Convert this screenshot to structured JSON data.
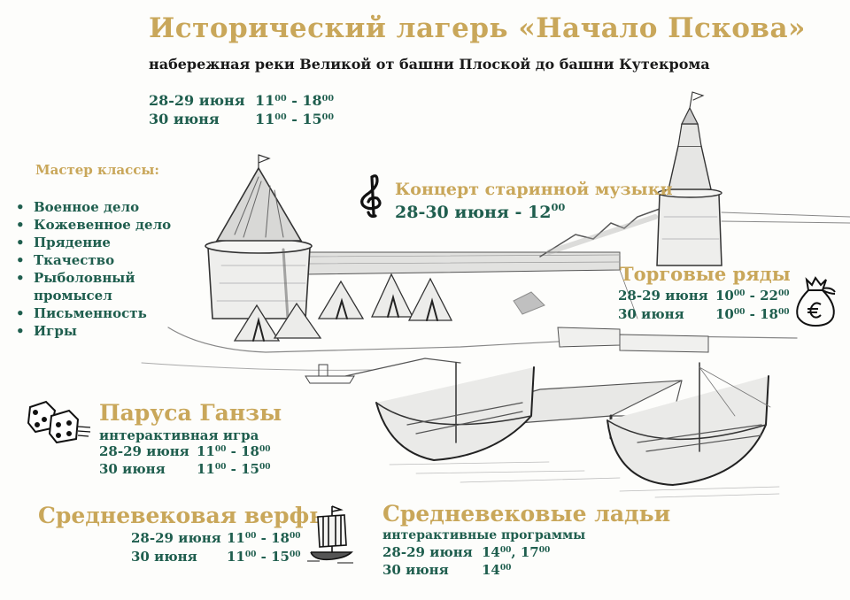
{
  "header": {
    "title": "Исторический лагерь «Начало Пскова»",
    "subtitle": "набережная реки Великой от башни Плоской до башни Кутекрома"
  },
  "main_schedule": [
    {
      "date": "28-29 июня",
      "start": "11",
      "start_min": "00",
      "end": "18",
      "end_min": "00"
    },
    {
      "date": "30 июня",
      "start": "11",
      "start_min": "00",
      "end": "15",
      "end_min": "00"
    }
  ],
  "master_classes": {
    "title": "Мастер классы:",
    "items": [
      "Военное дело",
      "Кожевенное дело",
      "Прядение",
      "Ткачество",
      "Рыболовный промысел",
      "Письменность",
      "Игры"
    ],
    "bullet": "•"
  },
  "concert": {
    "icon": "treble-clef-icon",
    "glyph": "𝄞",
    "title": "Концерт старинной музыки",
    "date": "28-30 июня -",
    "time": "12",
    "time_min": "00"
  },
  "market": {
    "icon": "money-bag-euro-icon",
    "title": "Торговые ряды",
    "rows": [
      {
        "date": "28-29 июня",
        "start": "10",
        "start_min": "00",
        "end": "22",
        "end_min": "00"
      },
      {
        "date": "30 июня",
        "start": "10",
        "start_min": "00",
        "end": "18",
        "end_min": "00"
      }
    ]
  },
  "hansa": {
    "icon": "dice-icon",
    "title": "Паруса Ганзы",
    "subtitle": "интерактивная игра",
    "rows": [
      {
        "date": "28-29 июня",
        "start": "11",
        "start_min": "00",
        "end": "18",
        "end_min": "00"
      },
      {
        "date": "30 июня",
        "start": "11",
        "start_min": "00",
        "end": "15",
        "end_min": "00"
      }
    ]
  },
  "shipyard": {
    "icon": "viking-ship-icon",
    "title": "Средневековая верфь",
    "rows": [
      {
        "date": "28-29 июня",
        "start": "11",
        "start_min": "00",
        "end": "18",
        "end_min": "00"
      },
      {
        "date": "30 июня",
        "start": "11",
        "start_min": "00",
        "end": "15",
        "end_min": "00"
      }
    ]
  },
  "boats": {
    "title": "Средневековые ладьи",
    "subtitle": "интерактивные программы",
    "rows": [
      {
        "date": "28-29 июня",
        "time": "14",
        "time_min": "00",
        "sep": ",",
        "time2": "17",
        "time2_min": "00"
      },
      {
        "date": "30 июня",
        "time": "14",
        "time_min": "00"
      }
    ]
  },
  "illustration": {
    "description": "pencil sketch of Pskov fortress towers, tents and boats on the river"
  },
  "colors": {
    "gold": "#c9a75a",
    "green": "#1f5e4e",
    "sketch": "#333333",
    "background": "#fdfdfb"
  }
}
